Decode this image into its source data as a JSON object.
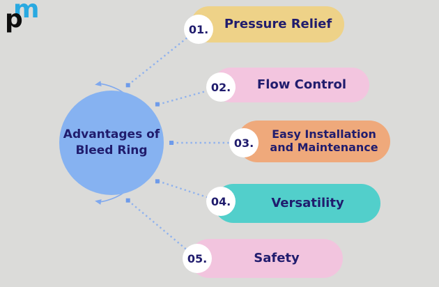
{
  "background_color": "#DBDBD9",
  "logo": {
    "letter_p": "p",
    "letter_m": "m",
    "m_color": "#29A9E1",
    "p_color": "#0D0D0D"
  },
  "center": {
    "title_line1": "Advantages of",
    "title_line2": "Bleed Ring",
    "circle_color": "#86B2F1",
    "text_color": "#201C6D"
  },
  "connectors": {
    "arc_color": "#7FA8EE",
    "node_color": "#6E9BEA",
    "dotted_line_color": "#8FB2EE",
    "style": "dotted"
  },
  "items": [
    {
      "number": "01.",
      "label": "Pressure Relief",
      "lines": [
        "Pressure Relief"
      ],
      "color": "#EED288"
    },
    {
      "number": "02.",
      "label": "Flow Control",
      "lines": [
        "Flow Control"
      ],
      "color": "#F3C5DF"
    },
    {
      "number": "03.",
      "label": "Easy Installation and Maintenance",
      "lines": [
        "Easy Installation",
        "and Maintenance"
      ],
      "color": "#EFA97B"
    },
    {
      "number": "04.",
      "label": "Versatility",
      "lines": [
        "Versatility"
      ],
      "color": "#52CFCB"
    },
    {
      "number": "05.",
      "label": "Safety",
      "lines": [
        "Safety"
      ],
      "color": "#F2C4DE"
    }
  ]
}
